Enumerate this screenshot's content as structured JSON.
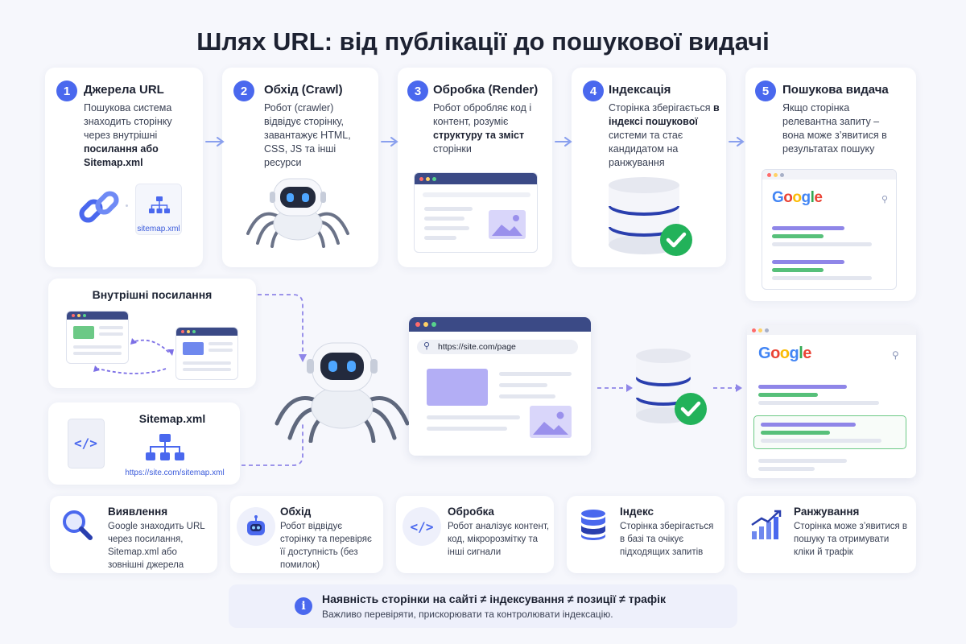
{
  "title": "Шлях URL: від публікації до пошукової видачі",
  "steps": [
    {
      "num": "1",
      "title": "Джерела URL",
      "desc_html": "Пошукова система знаходить сторінку через внутрішні <b>посилання або Sitemap.xml</b>"
    },
    {
      "num": "2",
      "title": "Обхід (Crawl)",
      "desc_html": "Робот (crawler) відвідує сторінку, завантажує HTML, CSS, JS та інші ресурси"
    },
    {
      "num": "3",
      "title": "Обробка (Render)",
      "desc_html": "Робот обробляє код і контент, розуміє <b>структуру та зміст</b> сторінки"
    },
    {
      "num": "4",
      "title": "Індексація",
      "desc_html": "Сторінка зберігається <b>в індексі пошукової</b> системи та стає кандидатом на ранжування"
    },
    {
      "num": "5",
      "title": "Пошукова видача",
      "desc_html": "Якщо сторінка релевантна запиту – вона може з’явитися в результатах пошуку"
    }
  ],
  "step1_sitemap_label": "sitemap.xml",
  "google_text": "Google",
  "internal_links": {
    "title": "Внутрішні посилання"
  },
  "sitemap_card": {
    "title": "Sitemap.xml",
    "url": "https://site.com/sitemap.xml"
  },
  "browser": {
    "url": "https://site.com/page"
  },
  "bottom": [
    {
      "title": "Виявлення",
      "desc": "Google знаходить URL через посилання, Sitemap.xml або зовнішні джерела",
      "icon": "magnifier-icon"
    },
    {
      "title": "Обхід",
      "desc": "Робот відвідує сторінку та перевіряє її доступність (без помилок)",
      "icon": "robot-icon"
    },
    {
      "title": "Обробка",
      "desc": "Робот аналізує контент, код, мікророзмітку та інші сигнали",
      "icon": "code-icon"
    },
    {
      "title": "Індекс",
      "desc": "Сторінка зберігається в базі та очікує підходящих запитів",
      "icon": "database-icon"
    },
    {
      "title": "Ранжування",
      "desc": "Сторінка може з’явитися в пошуку та отримувати кліки й трафік",
      "icon": "growth-chart-icon"
    }
  ],
  "info": {
    "main": "Наявність сторінки на сайті ≠ індексування ≠ позиції ≠ трафік",
    "sub": "Важливо перевіряти, прискорювати та контролювати індексацію."
  },
  "colors": {
    "accent": "#4a68ee",
    "check": "#22b25a",
    "purple": "#8f86e8"
  }
}
